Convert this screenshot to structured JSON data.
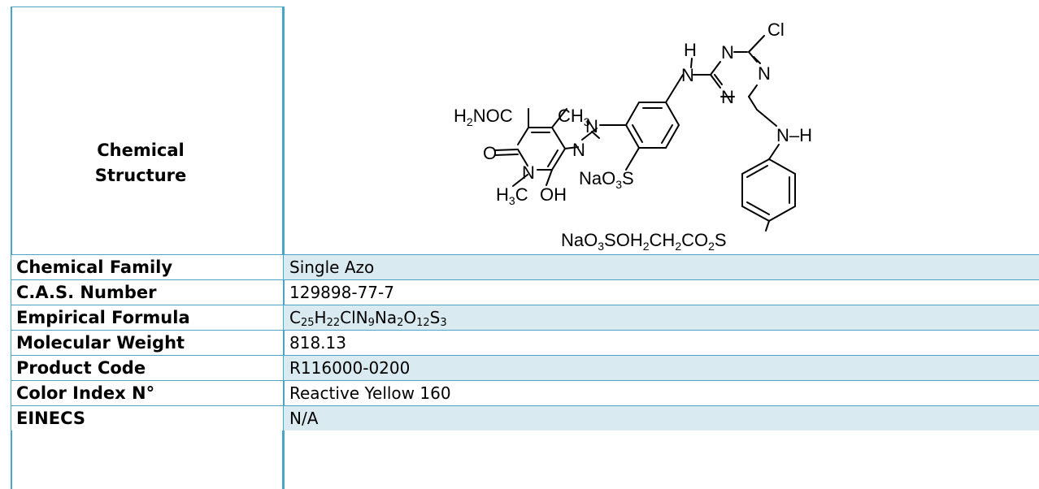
{
  "structure": {
    "label_line1": "Chemical",
    "label_line2": "Structure",
    "atoms": {
      "h2noc": [
        "H",
        "2",
        "NOC"
      ],
      "ch3": [
        "CH",
        "3"
      ],
      "h3c": [
        "H",
        "3",
        "C"
      ],
      "nao3s_ring": [
        "NaO",
        "3",
        "S"
      ],
      "nao3s_chain": [
        "NaO",
        "3",
        "SOH",
        "2",
        "CH",
        "2",
        "CO",
        "2",
        "S"
      ],
      "cl": "Cl",
      "n": "N",
      "h": "H",
      "o": "O",
      "oh": "OH",
      "nh": "N–H"
    }
  },
  "rows": [
    {
      "label": "Chemical Family",
      "value": "Single Azo"
    },
    {
      "label": "C.A.S. Number",
      "value": "129898-77-7"
    },
    {
      "label": "Empirical Formula",
      "formula": [
        {
          "t": "C"
        },
        {
          "s": "25"
        },
        {
          "t": "H"
        },
        {
          "s": "22"
        },
        {
          "t": "ClN"
        },
        {
          "s": "9"
        },
        {
          "t": "Na"
        },
        {
          "s": "2"
        },
        {
          "t": "O"
        },
        {
          "s": "12"
        },
        {
          "t": "S"
        },
        {
          "s": "3"
        }
      ]
    },
    {
      "label": "Molecular Weight",
      "value": "818.13"
    },
    {
      "label": "Product Code",
      "value": "R116000-0200"
    },
    {
      "label": "Color Index N°",
      "value": "Reactive Yellow 160"
    },
    {
      "label": "EINECS",
      "value": "N/A"
    }
  ],
  "colors": {
    "border": "#4aa6c6",
    "value_fill": "#d9ebf1"
  }
}
